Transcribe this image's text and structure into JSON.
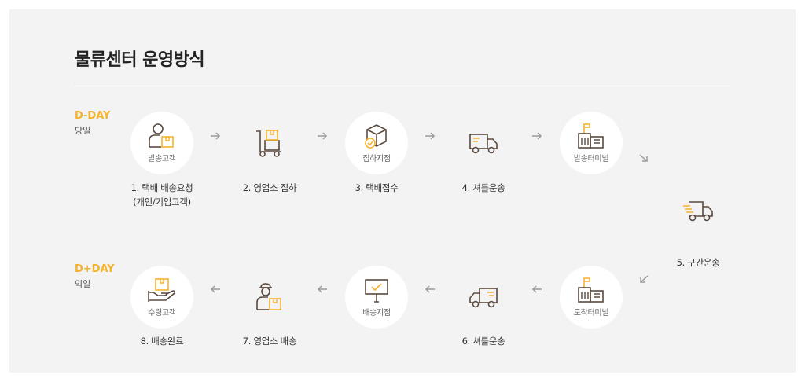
{
  "title": "물류센터 운영방식",
  "dday": {
    "tag": "D-DAY",
    "sub": "당일"
  },
  "dplusday": {
    "tag": "D+DAY",
    "sub": "익일"
  },
  "steps": {
    "s1": {
      "caption": "발송고객",
      "label1": "1. 택배 배송요청",
      "label2": "(개인/기업고객)"
    },
    "s2": {
      "label": "2. 영업소 집하"
    },
    "s3": {
      "caption": "집하지점",
      "label": "3. 택배접수"
    },
    "s4": {
      "label": "4. 셔틀운송"
    },
    "s5": {
      "caption": "발송터미널"
    },
    "s6": {
      "label": "5. 구간운송"
    },
    "s7": {
      "caption": "도착터미널"
    },
    "s8": {
      "label": "6. 셔틀운송"
    },
    "s9": {
      "caption": "배송지점"
    },
    "s10": {
      "label": "7. 영업소 배송"
    },
    "s11": {
      "caption": "수령고객",
      "label": "8. 배송완료"
    }
  },
  "icons": {
    "s1": "person-box-icon",
    "s2": "hand-truck-icon",
    "s3": "package-check-icon",
    "s4": "truck-icon",
    "s5": "terminal-building-icon",
    "s6": "fast-truck-icon",
    "s7": "terminal-building-icon",
    "s8": "truck-icon",
    "s9": "signboard-check-icon",
    "s10": "courier-box-icon",
    "s11": "hand-box-icon"
  },
  "colors": {
    "accent": "#f5b22e",
    "line": "#5a4a3f",
    "panel": "#f3f3f3",
    "arrow": "#9a9a9a"
  }
}
